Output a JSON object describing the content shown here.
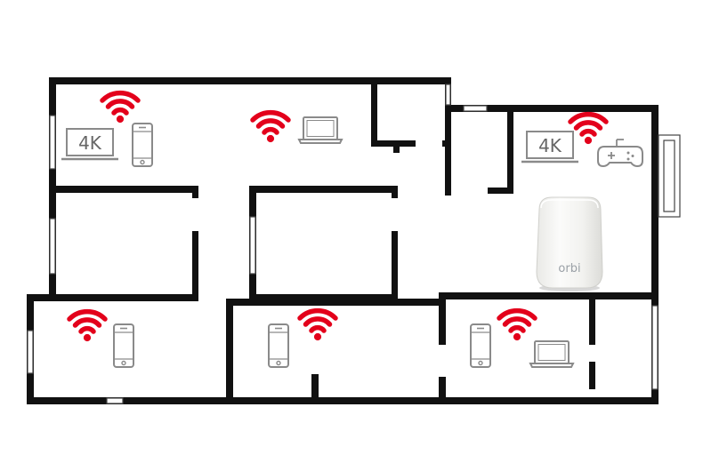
{
  "colors": {
    "wall": "#111111",
    "wifi": "#e3001b",
    "device": "#8a8a8a",
    "router_body": "#f4f4f2"
  },
  "router": {
    "brand": "orbi",
    "icon": "orbi-router-icon"
  },
  "rooms": [
    {
      "id": "room-top-left",
      "devices": [
        "tv-4k-icon",
        "phone-icon"
      ],
      "tv_label": "4K"
    },
    {
      "id": "room-top-middle",
      "devices": [
        "laptop-icon"
      ]
    },
    {
      "id": "room-top-right",
      "devices": [
        "tv-4k-icon",
        "gamepad-icon"
      ],
      "tv_label": "4K"
    },
    {
      "id": "room-bottom-left",
      "devices": [
        "phone-icon"
      ]
    },
    {
      "id": "room-bottom-middle",
      "devices": [
        "phone-icon"
      ]
    },
    {
      "id": "room-bottom-right",
      "devices": [
        "phone-icon",
        "laptop-icon"
      ]
    }
  ],
  "icons": [
    "wifi-icon",
    "tv-4k-icon",
    "phone-icon",
    "laptop-icon",
    "gamepad-icon",
    "orbi-router-icon"
  ]
}
